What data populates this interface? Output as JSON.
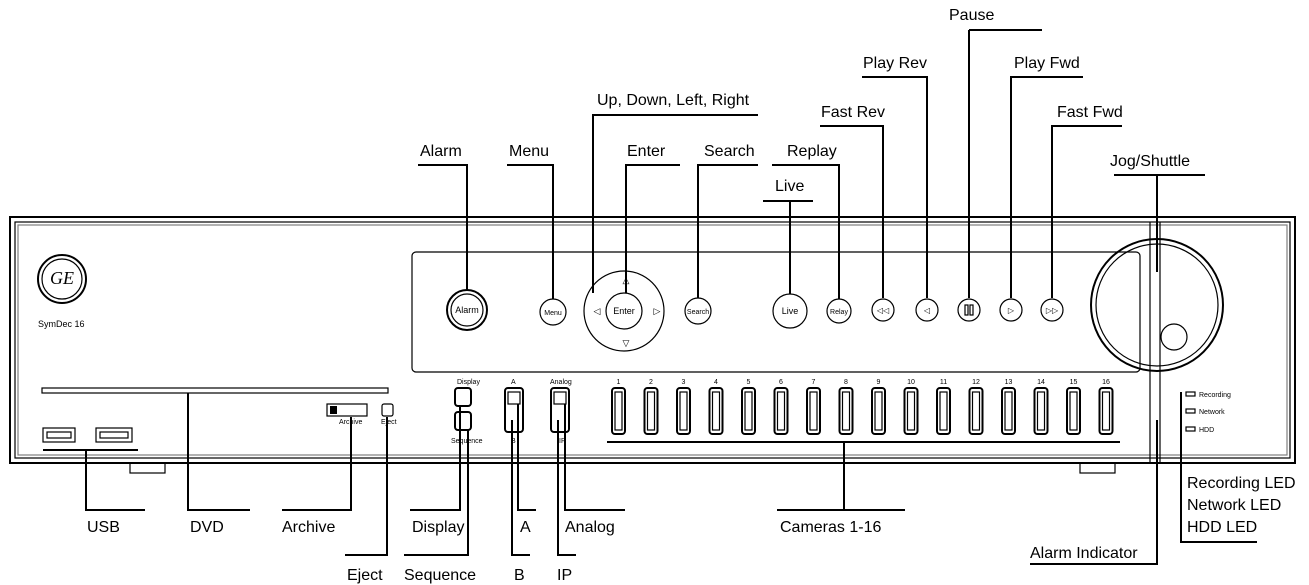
{
  "device": {
    "model": "SymDec 16",
    "logo": "GE",
    "top_buttons": {
      "alarm": "Alarm",
      "menu": "Menu",
      "enter": "Enter",
      "search": "Search",
      "live": "Live",
      "relay": "Relay"
    },
    "small_labels": {
      "display": "Display",
      "sequence": "Sequence",
      "a": "A",
      "b": "B",
      "analog": "Analog",
      "ip": "IP",
      "archive": "Archive",
      "eject": "Eject"
    },
    "camera_numbers": [
      "1",
      "2",
      "3",
      "4",
      "5",
      "6",
      "7",
      "8",
      "9",
      "10",
      "11",
      "12",
      "13",
      "14",
      "15",
      "16"
    ],
    "leds": [
      "Recording",
      "Network",
      "HDD"
    ]
  },
  "callouts": {
    "up_down_left_right": "Up, Down, Left, Right",
    "pause": "Pause",
    "play_rev": "Play Rev",
    "play_fwd": "Play Fwd",
    "fast_rev": "Fast Rev",
    "fast_fwd": "Fast Fwd",
    "alarm": "Alarm",
    "menu": "Menu",
    "enter": "Enter",
    "search": "Search",
    "replay": "Replay",
    "live": "Live",
    "jog_shuttle": "Jog/Shuttle",
    "usb": "USB",
    "dvd": "DVD",
    "archive": "Archive",
    "display": "Display",
    "a": "A",
    "analog": "Analog",
    "cameras": "Cameras 1-16",
    "recording_led": "Recording LED",
    "network_led": "Network LED",
    "hdd_led": "HDD LED",
    "alarm_indicator": "Alarm Indicator",
    "eject": "Eject",
    "sequence": "Sequence",
    "b": "B",
    "ip": "IP"
  }
}
